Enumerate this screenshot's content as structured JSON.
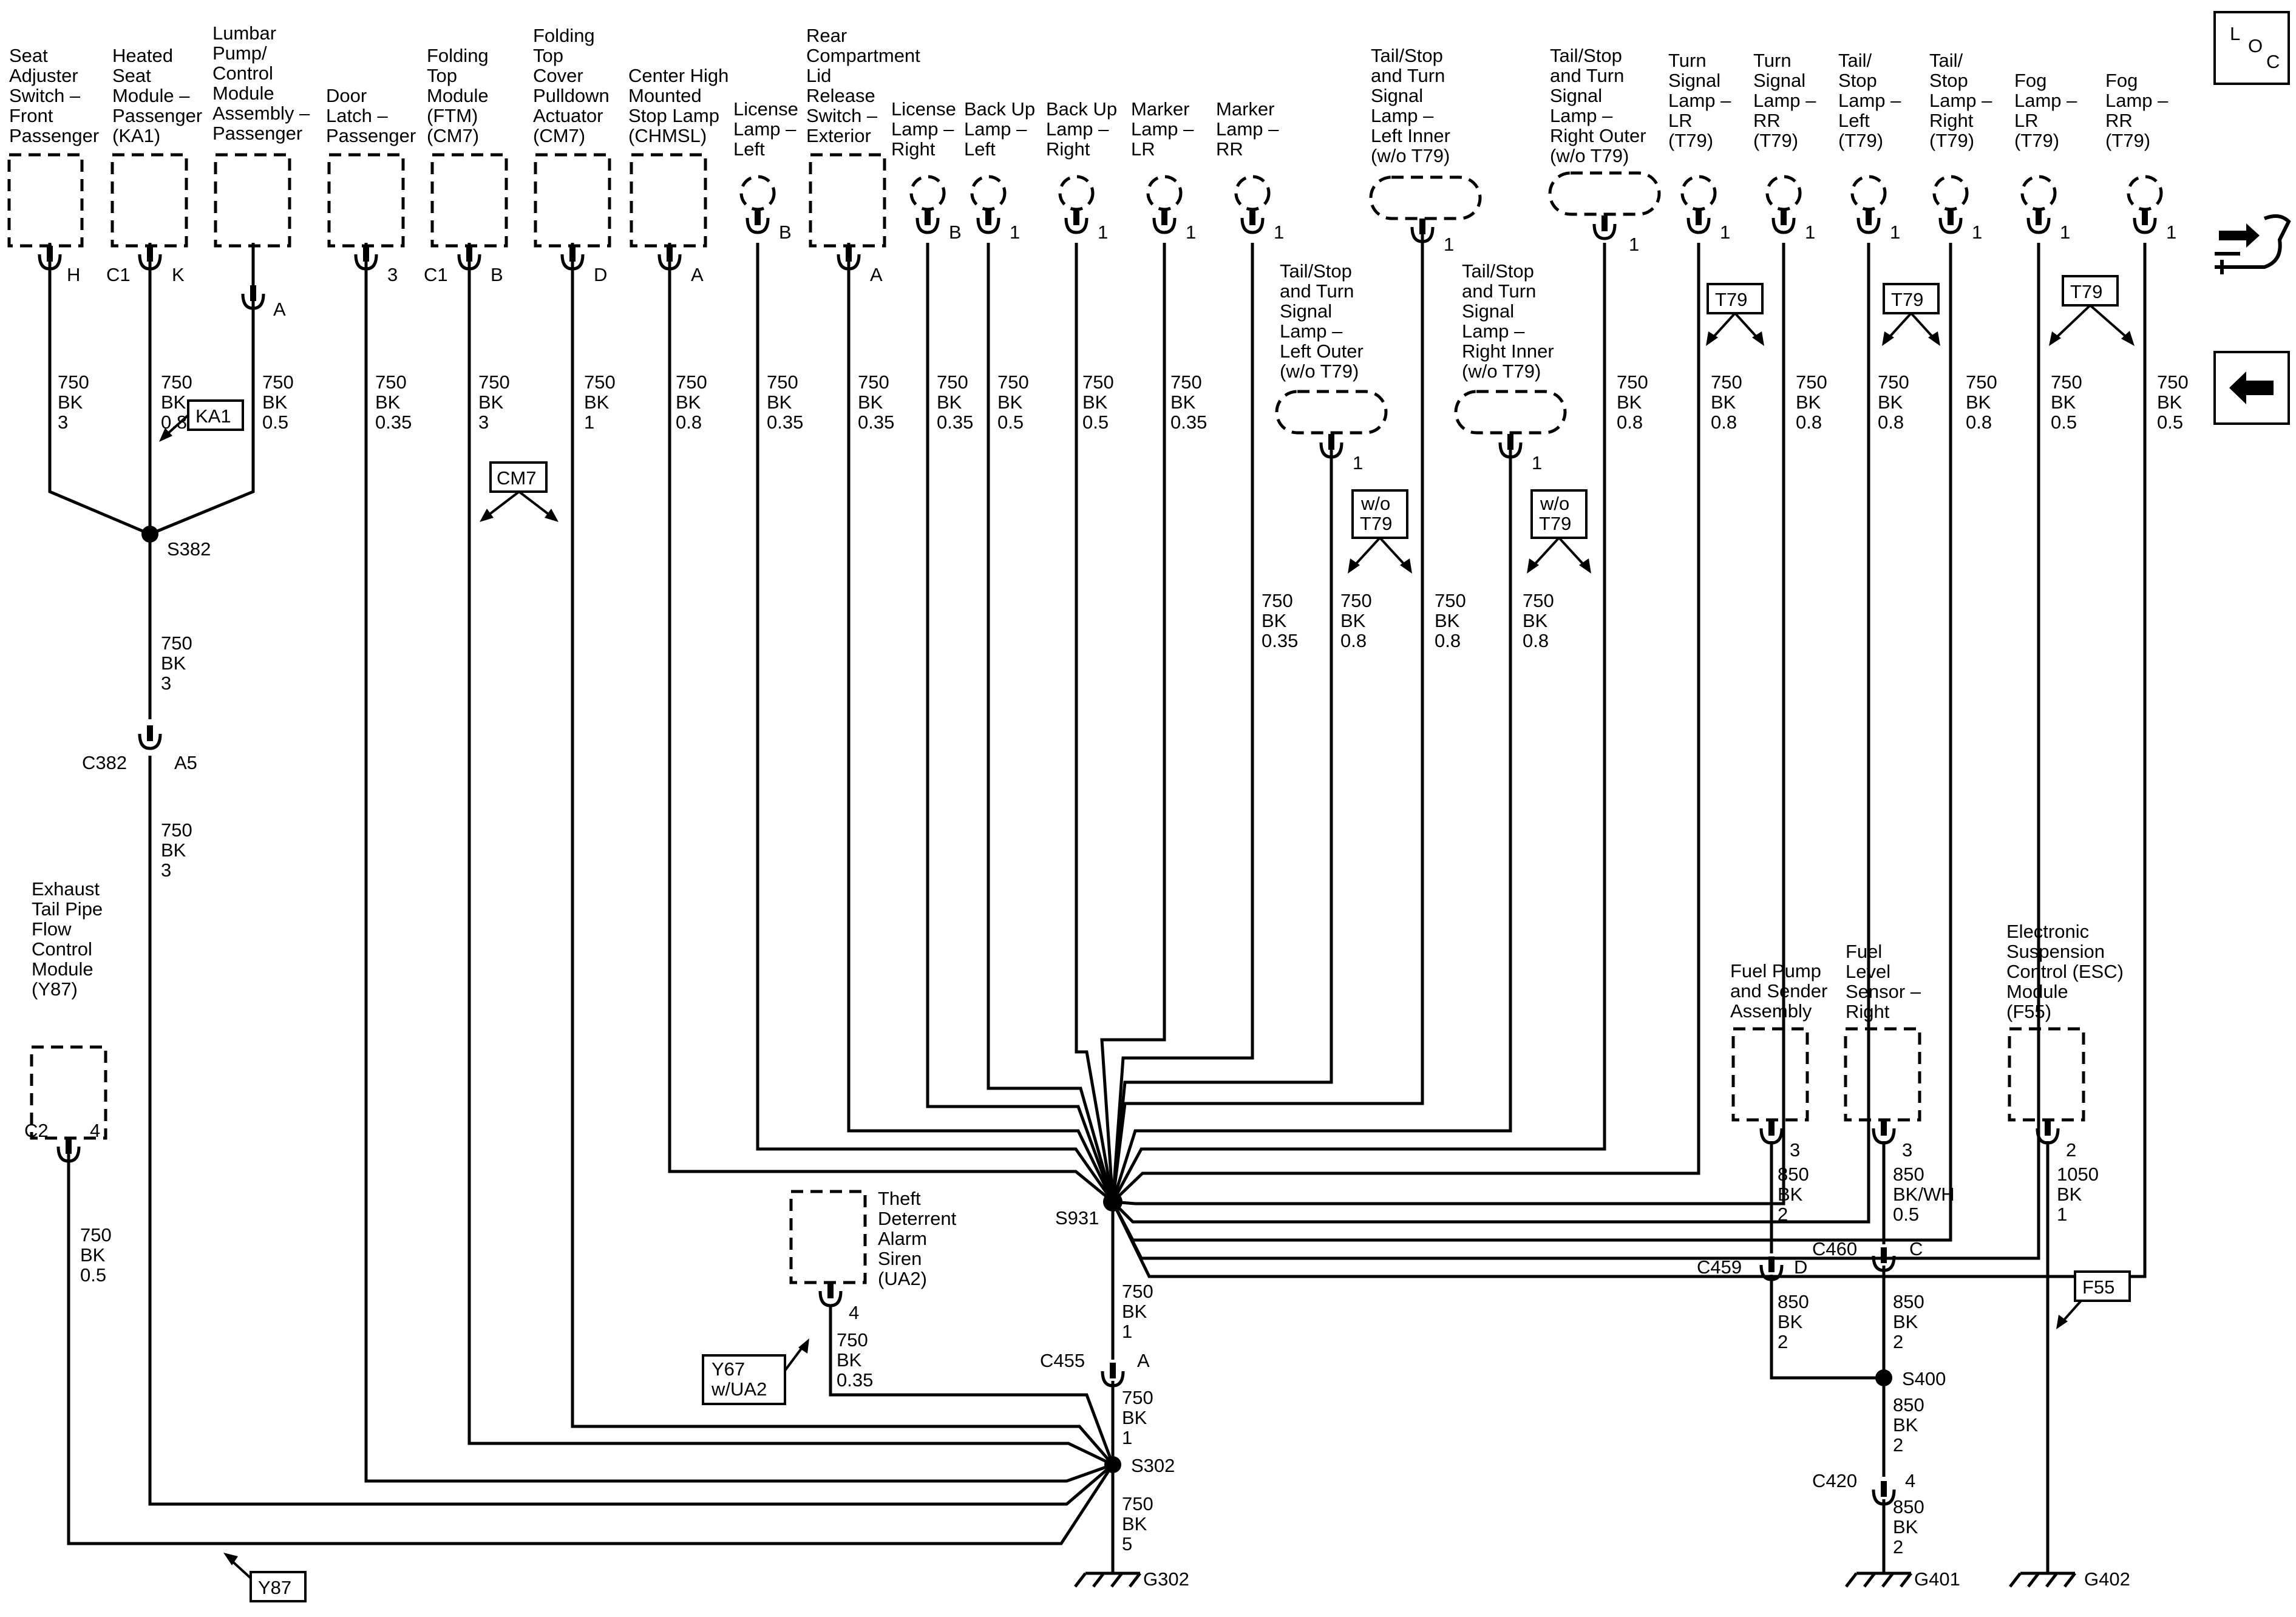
{
  "components": [
    {
      "id": "seat",
      "lines": [
        "Seat",
        "Adjuster",
        "Switch –",
        "Front",
        "Passenger"
      ]
    },
    {
      "id": "heated",
      "lines": [
        "Heated",
        "Seat",
        "Module –",
        "Passenger",
        "(KA1)"
      ]
    },
    {
      "id": "lumbar",
      "lines": [
        "Lumbar",
        "Pump/",
        "Control",
        "Module",
        "Assembly –",
        "Passenger"
      ]
    },
    {
      "id": "door",
      "lines": [
        "Door",
        "Latch –",
        "Passenger"
      ]
    },
    {
      "id": "ftm",
      "lines": [
        "Folding",
        "Top",
        "Module",
        "(FTM)",
        "(CM7)"
      ]
    },
    {
      "id": "ftc",
      "lines": [
        "Folding",
        "Top",
        "Cover",
        "Pulldown",
        "Actuator",
        "(CM7)"
      ]
    },
    {
      "id": "chmsl",
      "lines": [
        "Center High",
        "Mounted",
        "Stop Lamp",
        "(CHMSL)"
      ]
    },
    {
      "id": "licl",
      "lines": [
        "License",
        "Lamp –",
        "Left"
      ]
    },
    {
      "id": "rclr",
      "lines": [
        "Rear",
        "Compartment",
        "Lid",
        "Release",
        "Switch –",
        "Exterior"
      ]
    },
    {
      "id": "licr",
      "lines": [
        "License",
        "Lamp –",
        "Right"
      ]
    },
    {
      "id": "bul",
      "lines": [
        "Back Up",
        "Lamp –",
        "Left"
      ]
    },
    {
      "id": "bur",
      "lines": [
        "Back Up",
        "Lamp –",
        "Right"
      ]
    },
    {
      "id": "mlr",
      "lines": [
        "Marker",
        "Lamp –",
        "LR"
      ]
    },
    {
      "id": "mrr",
      "lines": [
        "Marker",
        "Lamp –",
        "RR"
      ]
    },
    {
      "id": "tsli",
      "lines": [
        "Tail/Stop",
        "and Turn",
        "Signal",
        "Lamp –",
        "Left Inner",
        "(w/o T79)"
      ]
    },
    {
      "id": "tsro",
      "lines": [
        "Tail/Stop",
        "and Turn",
        "Signal",
        "Lamp –",
        "Right Outer",
        "(w/o T79)"
      ]
    },
    {
      "id": "tlr",
      "lines": [
        "Turn",
        "Signal",
        "Lamp –",
        "LR",
        "(T79)"
      ]
    },
    {
      "id": "trr",
      "lines": [
        "Turn",
        "Signal",
        "Lamp –",
        "RR",
        "(T79)"
      ]
    },
    {
      "id": "tsl",
      "lines": [
        "Tail/",
        "Stop",
        "Lamp –",
        "Left",
        "(T79)"
      ]
    },
    {
      "id": "tsr",
      "lines": [
        "Tail/",
        "Stop",
        "Lamp –",
        "Right",
        "(T79)"
      ]
    },
    {
      "id": "flr",
      "lines": [
        "Fog",
        "Lamp –",
        "LR",
        "(T79)"
      ]
    },
    {
      "id": "frr",
      "lines": [
        "Fog",
        "Lamp –",
        "RR",
        "(T79)"
      ]
    },
    {
      "id": "tslo",
      "lines": [
        "Tail/Stop",
        "and Turn",
        "Signal",
        "Lamp –",
        "Left Outer",
        "(w/o T79)"
      ]
    },
    {
      "id": "tsri",
      "lines": [
        "Tail/Stop",
        "and Turn",
        "Signal",
        "Lamp –",
        "Right Inner",
        "(w/o T79)"
      ]
    },
    {
      "id": "exh",
      "lines": [
        "Exhaust",
        "Tail Pipe",
        "Flow",
        "Control",
        "Module",
        "(Y87)"
      ]
    },
    {
      "id": "theft",
      "lines": [
        "Theft",
        "Deterrent",
        "Alarm",
        "Siren",
        "(UA2)"
      ]
    },
    {
      "id": "fuelpump",
      "lines": [
        "Fuel Pump",
        "and Sender",
        "Assembly"
      ]
    },
    {
      "id": "fuellevel",
      "lines": [
        "Fuel",
        "Level",
        "Sensor –",
        "Right"
      ]
    },
    {
      "id": "esc",
      "lines": [
        "Electronic",
        "Suspension",
        "Control (ESC)",
        "Module",
        "(F55)"
      ]
    }
  ],
  "pin_labels": {
    "seat": "H",
    "heated_c": "C1",
    "heated": "K",
    "lumbar": "A",
    "door": "3",
    "ftm_c": "C1",
    "ftm": "B",
    "ftc": "D",
    "chmsl": "A",
    "licl": "B",
    "rclr": "A",
    "licr": "B",
    "bul": "1",
    "bur": "1",
    "mlr": "1",
    "mrr": "1",
    "tsli": "1",
    "tsro": "1",
    "tlr": "1",
    "trr": "1",
    "tsl": "1",
    "tsr": "1",
    "flr": "1",
    "frr": "1",
    "tslo": "1",
    "tsri": "1",
    "exh_c": "C2",
    "exh": "4",
    "theft": "4",
    "fuelpump": "3",
    "fuellevel": "3",
    "esc": "2"
  },
  "wire_labels": [
    {
      "id": "w_seat",
      "lines": [
        "750",
        "BK",
        "3"
      ]
    },
    {
      "id": "w_heated",
      "lines": [
        "750",
        "BK",
        "0.8"
      ]
    },
    {
      "id": "w_lumbar",
      "lines": [
        "750",
        "BK",
        "0.5"
      ]
    },
    {
      "id": "w_door",
      "lines": [
        "750",
        "BK",
        "0.35"
      ]
    },
    {
      "id": "w_ftm",
      "lines": [
        "750",
        "BK",
        "3"
      ]
    },
    {
      "id": "w_ftc",
      "lines": [
        "750",
        "BK",
        "1"
      ]
    },
    {
      "id": "w_chmsl",
      "lines": [
        "750",
        "BK",
        "0.8"
      ]
    },
    {
      "id": "w_licl",
      "lines": [
        "750",
        "BK",
        "0.35"
      ]
    },
    {
      "id": "w_rclr",
      "lines": [
        "750",
        "BK",
        "0.35"
      ]
    },
    {
      "id": "w_licr",
      "lines": [
        "750",
        "BK",
        "0.35"
      ]
    },
    {
      "id": "w_bul",
      "lines": [
        "750",
        "BK",
        "0.5"
      ]
    },
    {
      "id": "w_bur",
      "lines": [
        "750",
        "BK",
        "0.5"
      ]
    },
    {
      "id": "w_mlr",
      "lines": [
        "750",
        "BK",
        "0.35"
      ]
    },
    {
      "id": "w_mrr",
      "lines": [
        "750",
        "BK",
        "0.35"
      ]
    },
    {
      "id": "w_tslo",
      "lines": [
        "750",
        "BK",
        "0.8"
      ]
    },
    {
      "id": "w_tsli",
      "lines": [
        "750",
        "BK",
        "0.8"
      ]
    },
    {
      "id": "w_tsri",
      "lines": [
        "750",
        "BK",
        "0.8"
      ]
    },
    {
      "id": "w_tsro",
      "lines": [
        "750",
        "BK",
        "0.8"
      ]
    },
    {
      "id": "w_tlr",
      "lines": [
        "750",
        "BK",
        "0.8"
      ]
    },
    {
      "id": "w_trr",
      "lines": [
        "750",
        "BK",
        "0.8"
      ]
    },
    {
      "id": "w_tsl",
      "lines": [
        "750",
        "BK",
        "0.8"
      ]
    },
    {
      "id": "w_tsr",
      "lines": [
        "750",
        "BK",
        "0.8"
      ]
    },
    {
      "id": "w_flr",
      "lines": [
        "750",
        "BK",
        "0.5"
      ]
    },
    {
      "id": "w_frr",
      "lines": [
        "750",
        "BK",
        "0.5"
      ]
    },
    {
      "id": "w_s382",
      "lines": [
        "750",
        "BK",
        "3"
      ]
    },
    {
      "id": "w_c382",
      "lines": [
        "750",
        "BK",
        "3"
      ]
    },
    {
      "id": "w_exh",
      "lines": [
        "750",
        "BK",
        "0.5"
      ]
    },
    {
      "id": "w_theft",
      "lines": [
        "750",
        "BK",
        "0.35"
      ]
    },
    {
      "id": "w_s931",
      "lines": [
        "750",
        "BK",
        "1"
      ]
    },
    {
      "id": "w_c455",
      "lines": [
        "750",
        "BK",
        "1"
      ]
    },
    {
      "id": "w_g302",
      "lines": [
        "750",
        "BK",
        "5"
      ]
    },
    {
      "id": "w_fp1",
      "lines": [
        "850",
        "BK",
        "2"
      ]
    },
    {
      "id": "w_fp2",
      "lines": [
        "850",
        "BK",
        "2"
      ]
    },
    {
      "id": "w_fl1",
      "lines": [
        "850",
        "BK/WH",
        "0.5"
      ]
    },
    {
      "id": "w_fl2",
      "lines": [
        "850",
        "BK",
        "2"
      ]
    },
    {
      "id": "w_s400",
      "lines": [
        "850",
        "BK",
        "2"
      ]
    },
    {
      "id": "w_c420",
      "lines": [
        "850",
        "BK",
        "2"
      ]
    },
    {
      "id": "w_esc",
      "lines": [
        "1050",
        "BK",
        "1"
      ]
    }
  ],
  "splices": {
    "s382": "S382",
    "s931": "S931",
    "s302": "S302",
    "s400": "S400"
  },
  "connectors": {
    "c382": "C382",
    "c382_pin": "A5",
    "c455": "C455",
    "c455_pin": "A",
    "c459": "C459",
    "c459_pin": "D",
    "c460": "C460",
    "c460_pin": "C",
    "c420": "C420",
    "c420_pin": "4"
  },
  "grounds": {
    "g302": "G302",
    "g401": "G401",
    "g402": "G402"
  },
  "option_tags": {
    "ka1": "KA1",
    "cm7": "CM7",
    "t79a": "T79",
    "t79b": "T79",
    "t79c": "T79",
    "wo_t79_a": [
      "w/o",
      "T79"
    ],
    "wo_t79_b": [
      "w/o",
      "T79"
    ],
    "y67": [
      "Y67",
      "w/UA2"
    ],
    "f55": "F55",
    "y87": "Y87"
  },
  "nav": {
    "loc": "L O C",
    "loc_l": "L",
    "loc_o": "O",
    "loc_c": "C"
  },
  "icons": {
    "connector": "connector-repair-icon",
    "back": "back-arrow-icon"
  }
}
